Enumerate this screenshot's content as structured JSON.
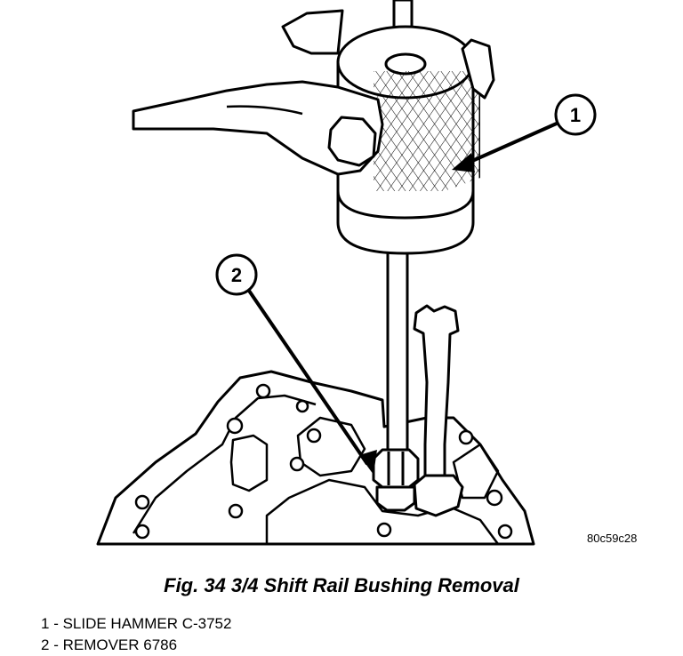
{
  "figure": {
    "code": "80c59c28",
    "caption": "Fig. 34 3/4 Shift Rail Bushing Removal"
  },
  "callouts": [
    {
      "number": "1"
    },
    {
      "number": "2"
    }
  ],
  "legend": [
    {
      "number": "1",
      "separator": " - ",
      "text": "SLIDE HAMMER C-3752"
    },
    {
      "number": "2",
      "separator": " - ",
      "text": "REMOVER 6786"
    }
  ]
}
